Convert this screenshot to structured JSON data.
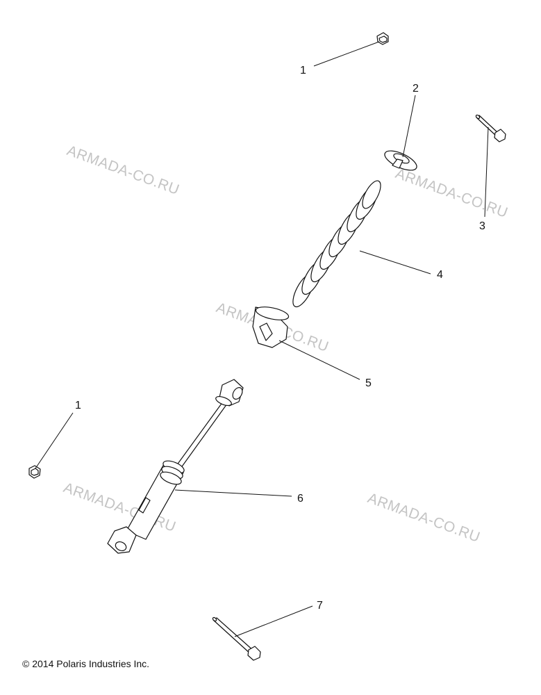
{
  "callouts": {
    "c1a": "1",
    "c2": "2",
    "c3": "3",
    "c4": "4",
    "c5": "5",
    "c1b": "1",
    "c6": "6",
    "c7": "7"
  },
  "watermarks": [
    "ARMADA-CO.RU",
    "ARMADA-CO.RU",
    "ARMADA-CO.RU",
    "ARMADA-CO.RU",
    "ARMADA-CO.RU"
  ],
  "copyright": "© 2014 Polaris Industries Inc."
}
